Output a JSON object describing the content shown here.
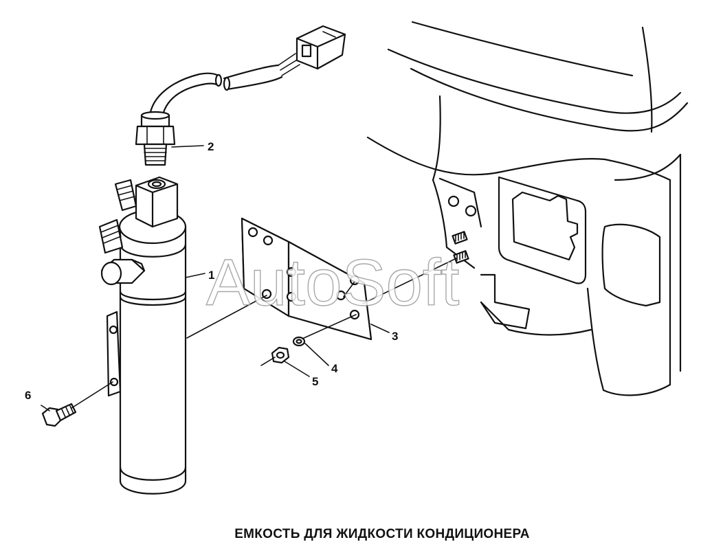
{
  "title": "ЕМКОСТЬ ДЛЯ ЖИДКОСТИ КОНДИЦИОНЕРА",
  "watermark": "AutoSoft",
  "callouts": {
    "receiver_drier": "1",
    "pressure_switch": "2",
    "bracket": "3",
    "washer": "4",
    "nut": "5",
    "bolt": "6"
  }
}
